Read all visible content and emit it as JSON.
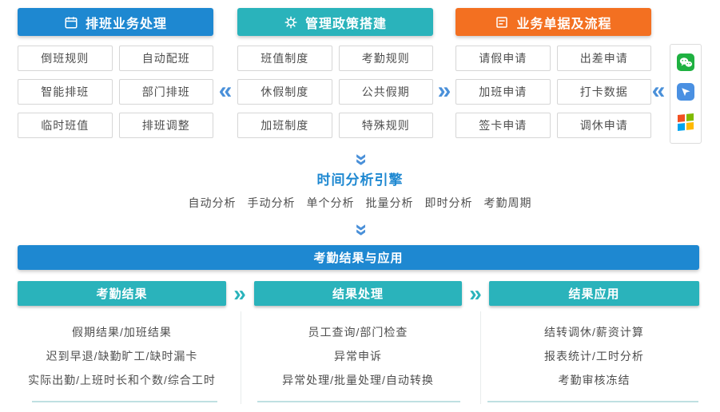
{
  "colors": {
    "header_blue": "#1E88D1",
    "header_teal": "#2AB3BB",
    "header_orange": "#F37021",
    "arrow_blue": "#4A90D9",
    "engine_title_blue": "#1E88D1",
    "box_text_gray": "#4F4F4F",
    "wechat_green": "#1FB141",
    "plane_blue": "#4A90E2",
    "windows_red": "#F25022",
    "windows_green": "#7FBA00",
    "windows_blue": "#00A4EF",
    "windows_yellow": "#FFB900"
  },
  "icons": {
    "double_chevron_left": "«",
    "double_chevron_right": "»"
  },
  "top_sections": [
    {
      "title": "排班业务处理",
      "icon": "calendar-icon",
      "items": [
        "倒班规则",
        "自动配班",
        "智能排班",
        "部门排班",
        "临时班值",
        "排班调整"
      ]
    },
    {
      "title": "管理政策搭建",
      "icon": "gear-icon",
      "items": [
        "班值制度",
        "考勤规则",
        "休假制度",
        "公共假期",
        "加班制度",
        "特殊规则"
      ]
    },
    {
      "title": "业务单据及流程",
      "icon": "form-icon",
      "items": [
        "请假申请",
        "出差申请",
        "加班申请",
        "打卡数据",
        "签卡申请",
        "调休申请"
      ]
    }
  ],
  "channel_panel": {
    "icons": [
      "wechat-icon",
      "paper-plane-icon",
      "windows-icon"
    ]
  },
  "engine": {
    "title": "时间分析引擎",
    "modes": [
      "自动分析",
      "手动分析",
      "单个分析",
      "批量分析",
      "即时分析",
      "考勤周期"
    ]
  },
  "results": {
    "banner": "考勤结果与应用",
    "columns": [
      {
        "title": "考勤结果",
        "items": [
          "假期结果/加班结果",
          "迟到早退/缺勤旷工/缺时漏卡",
          "实际出勤/上班时长和个数/综合工时"
        ]
      },
      {
        "title": "结果处理",
        "items": [
          "员工查询/部门检查",
          "异常申诉",
          "异常处理/批量处理/自动转换"
        ]
      },
      {
        "title": "结果应用",
        "items": [
          "结转调休/薪资计算",
          "报表统计/工时分析",
          "考勤审核冻结"
        ]
      }
    ]
  }
}
